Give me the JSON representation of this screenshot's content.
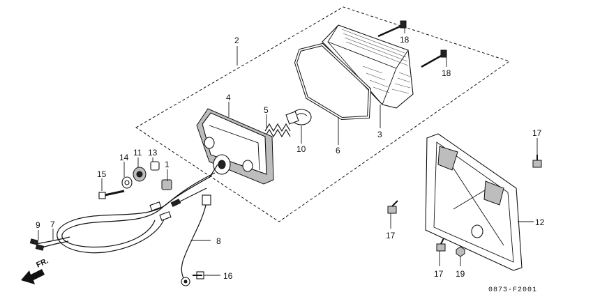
{
  "diagram": {
    "drawing_code": "0873-F2001",
    "direction_label": "FR.",
    "callouts": [
      {
        "id": "c1",
        "label": "1"
      },
      {
        "id": "c2",
        "label": "2"
      },
      {
        "id": "c3",
        "label": "3"
      },
      {
        "id": "c4",
        "label": "4"
      },
      {
        "id": "c5",
        "label": "5"
      },
      {
        "id": "c6",
        "label": "6"
      },
      {
        "id": "c7",
        "label": "7"
      },
      {
        "id": "c8",
        "label": "8"
      },
      {
        "id": "c9",
        "label": "9"
      },
      {
        "id": "c10",
        "label": "10"
      },
      {
        "id": "c11",
        "label": "11"
      },
      {
        "id": "c12",
        "label": "12"
      },
      {
        "id": "c13",
        "label": "13"
      },
      {
        "id": "c14",
        "label": "14"
      },
      {
        "id": "c15",
        "label": "15"
      },
      {
        "id": "c16",
        "label": "16"
      },
      {
        "id": "c17a",
        "label": "17"
      },
      {
        "id": "c17b",
        "label": "17"
      },
      {
        "id": "c17c",
        "label": "17"
      },
      {
        "id": "c18a",
        "label": "18"
      },
      {
        "id": "c18b",
        "label": "18"
      },
      {
        "id": "c19",
        "label": "19"
      }
    ]
  }
}
